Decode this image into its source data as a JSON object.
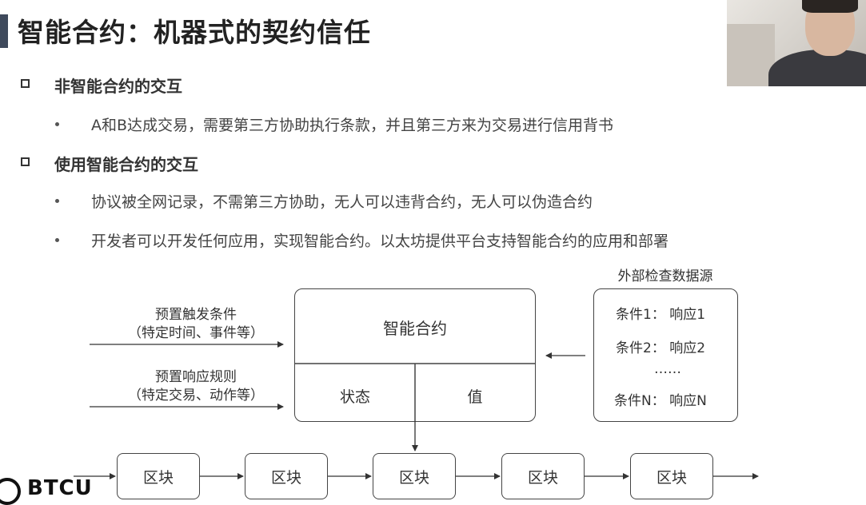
{
  "slide": {
    "title": "智能合约：机器式的契约信任",
    "sections": [
      {
        "heading": "非智能合约的交互",
        "items": [
          "A和B达成交易，需要第三方协助执行条款，并且第三方来为交易进行信用背书"
        ]
      },
      {
        "heading": "使用智能合约的交互",
        "items": [
          "协议被全网记录，不需第三方协助，无人可以违背合约，无人可以伪造合约",
          "开发者可以开发任何应用，实现智能合约。以太坊提供平台支持智能合约的应用和部署"
        ]
      }
    ]
  },
  "diagram": {
    "preset_trigger": [
      "预置触发条件",
      "（特定时间、事件等）"
    ],
    "preset_response": [
      "预置响应规则",
      "（特定交易、动作等）"
    ],
    "contract_title": "智能合约",
    "state_label": "状态",
    "value_label": "值",
    "external_source_title": "外部检查数据源",
    "conditions": [
      "条件1： 响应1",
      "条件2： 响应2",
      "……",
      "条件N： 响应N"
    ],
    "blocks": [
      "区块",
      "区块",
      "区块",
      "区块",
      "区块"
    ]
  },
  "branding": {
    "logo_text": "BTCU"
  }
}
